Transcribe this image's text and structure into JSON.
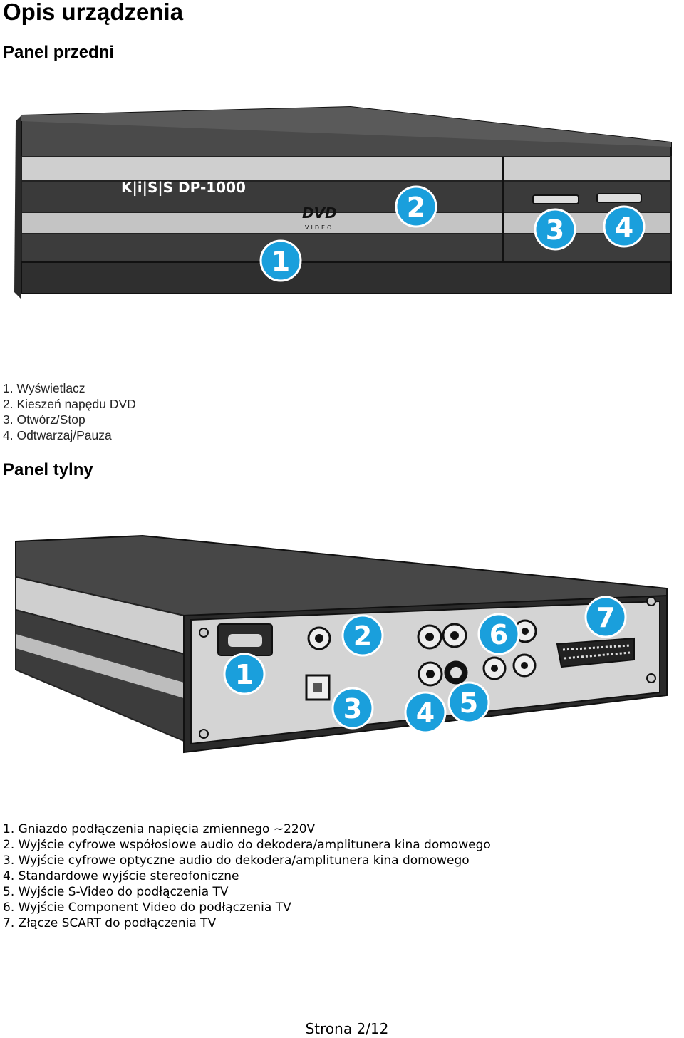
{
  "title": "Opis urządzenia",
  "front": {
    "heading": "Panel przedni",
    "brand_label": "K|i|S|S DP-1000",
    "dvd_logo": "DVD",
    "video_logo": "VIDEO",
    "callouts": [
      "1",
      "2",
      "3",
      "4"
    ],
    "items": [
      "1. Wyświetlacz",
      "2. Kieszeń napędu DVD",
      "3. Otwórz/Stop",
      "4. Odtwarzaj/Pauza"
    ]
  },
  "back": {
    "heading": "Panel tylny",
    "callouts": [
      "1",
      "2",
      "3",
      "4",
      "5",
      "6",
      "7"
    ],
    "items": [
      "1. Gniazdo podłączenia napięcia zmiennego ~220V",
      "2. Wyjście cyfrowe współosiowe audio do dekodera/amplitunera kina domowego",
      "3. Wyjście cyfrowe optyczne audio do dekodera/amplitunera kina domowego",
      "4. Standardowe wyjście stereofoniczne",
      "5. Wyjście S-Video do podłączenia TV",
      "6. Wyjście Component Video do podłączenia TV",
      "7. Złącze SCART do podłączenia TV"
    ]
  },
  "footer": "Strona 2/12",
  "colors": {
    "callout": "#1a9fdc",
    "body_dark": "#3a3a3a",
    "panel_light": "#c8c8c8"
  }
}
